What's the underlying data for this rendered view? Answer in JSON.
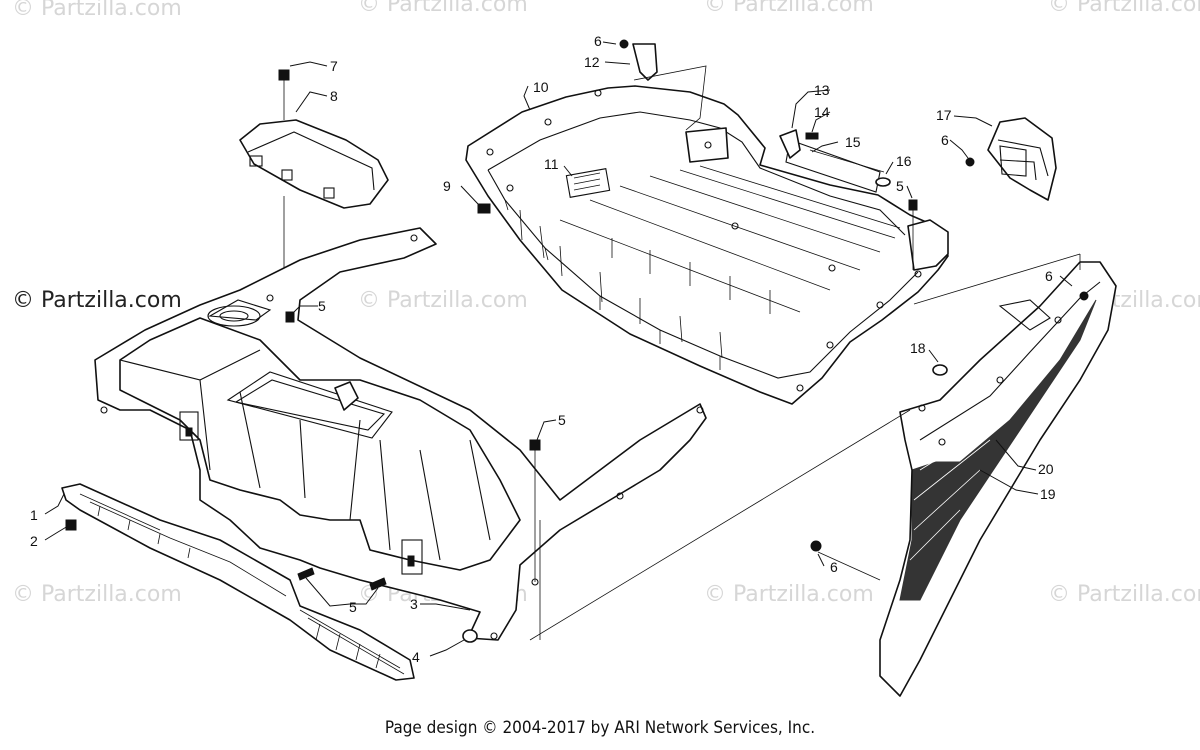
{
  "watermark_small": "© Partzilla.com",
  "watermark_main": "© Partzilla.com",
  "footer": "Page design © 2004-2017 by ARI Network Services, Inc.",
  "callouts": {
    "c1": "1",
    "c2": "2",
    "c3": "3",
    "c4": "4",
    "c5a": "5",
    "c5b": "5",
    "c5c": "5",
    "c5d": "5",
    "c6a": "6",
    "c6b": "6",
    "c6c": "6",
    "c6d": "6",
    "c7": "7",
    "c8": "8",
    "c9": "9",
    "c10": "10",
    "c11": "11",
    "c12": "12",
    "c13": "13",
    "c14": "14",
    "c15": "15",
    "c16": "16",
    "c17": "17",
    "c18": "18",
    "c19": "19",
    "c20": "20"
  }
}
